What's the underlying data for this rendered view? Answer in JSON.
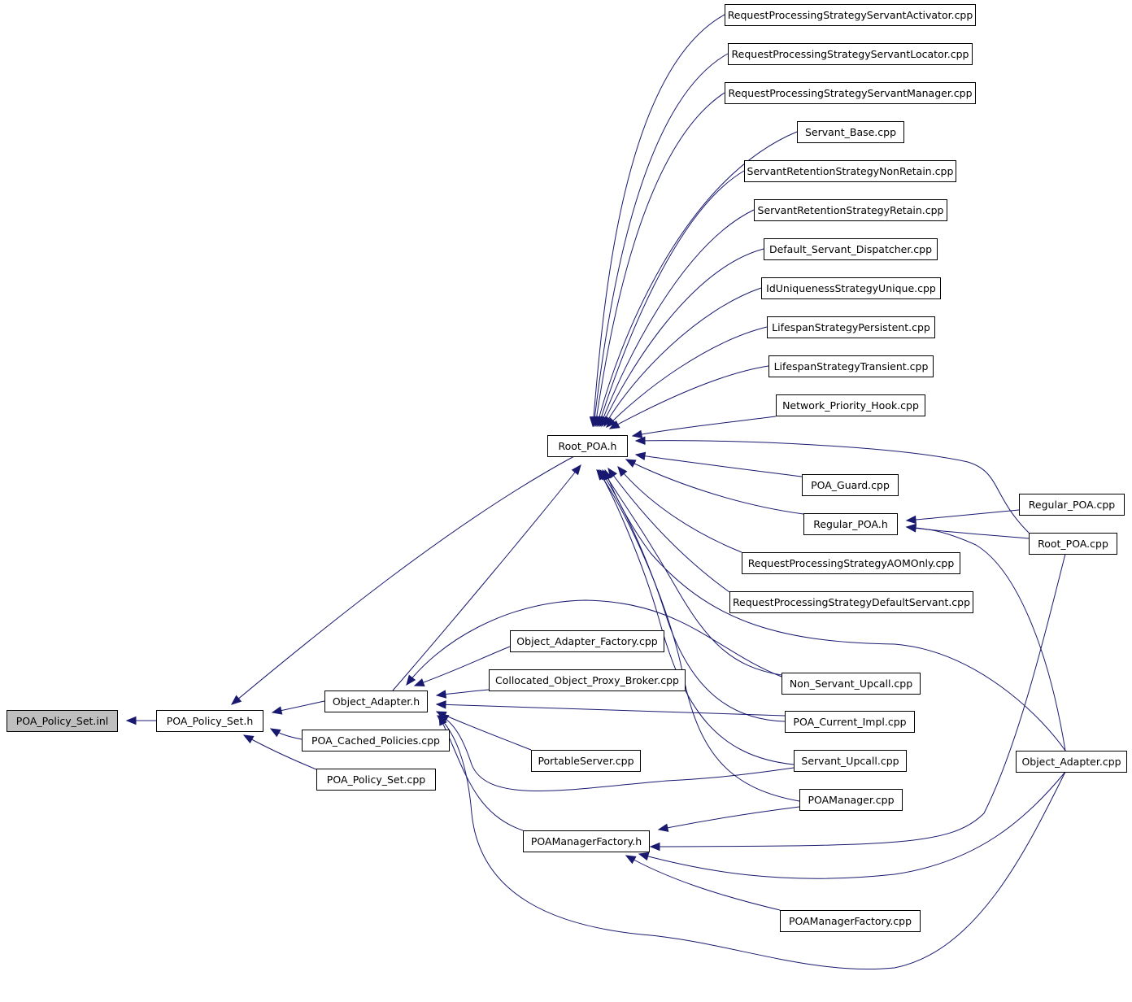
{
  "diagram": {
    "root": "POA_Policy_Set.inl",
    "nodes": [
      {
        "id": "inl",
        "label": "POA_Policy_Set.inl",
        "root": true
      },
      {
        "id": "pps_h",
        "label": "POA_Policy_Set.h"
      },
      {
        "id": "root_h",
        "label": "Root_POA.h"
      },
      {
        "id": "oa_h",
        "label": "Object_Adapter.h"
      },
      {
        "id": "cached",
        "label": "POA_Cached_Policies.cpp"
      },
      {
        "id": "pps_cpp",
        "label": "POA_Policy_Set.cpp"
      },
      {
        "id": "rpsa",
        "label": "RequestProcessingStrategyServantActivator.cpp"
      },
      {
        "id": "rpsl",
        "label": "RequestProcessingStrategyServantLocator.cpp"
      },
      {
        "id": "rpsm",
        "label": "RequestProcessingStrategyServantManager.cpp"
      },
      {
        "id": "sbase",
        "label": "Servant_Base.cpp"
      },
      {
        "id": "srsnr",
        "label": "ServantRetentionStrategyNonRetain.cpp"
      },
      {
        "id": "srsr",
        "label": "ServantRetentionStrategyRetain.cpp"
      },
      {
        "id": "dsd",
        "label": "Default_Servant_Dispatcher.cpp"
      },
      {
        "id": "idu",
        "label": "IdUniquenessStrategyUnique.cpp"
      },
      {
        "id": "lsp",
        "label": "LifespanStrategyPersistent.cpp"
      },
      {
        "id": "lst",
        "label": "LifespanStrategyTransient.cpp"
      },
      {
        "id": "nph",
        "label": "Network_Priority_Hook.cpp"
      },
      {
        "id": "guard",
        "label": "POA_Guard.cpp"
      },
      {
        "id": "reg_h",
        "label": "Regular_POA.h"
      },
      {
        "id": "reg_cpp",
        "label": "Regular_POA.cpp"
      },
      {
        "id": "root_cpp",
        "label": "Root_POA.cpp"
      },
      {
        "id": "aom",
        "label": "RequestProcessingStrategyAOMOnly.cpp"
      },
      {
        "id": "rpsds",
        "label": "RequestProcessingStrategyDefaultServant.cpp"
      },
      {
        "id": "oaf",
        "label": "Object_Adapter_Factory.cpp"
      },
      {
        "id": "copb",
        "label": "Collocated_Object_Proxy_Broker.cpp"
      },
      {
        "id": "nsu",
        "label": "Non_Servant_Upcall.cpp"
      },
      {
        "id": "pci",
        "label": "POA_Current_Impl.cpp"
      },
      {
        "id": "ps",
        "label": "PortableServer.cpp"
      },
      {
        "id": "su",
        "label": "Servant_Upcall.cpp"
      },
      {
        "id": "oa_cpp",
        "label": "Object_Adapter.cpp"
      },
      {
        "id": "pm",
        "label": "POAManager.cpp"
      },
      {
        "id": "pmf_h",
        "label": "POAManagerFactory.h"
      },
      {
        "id": "pmf_cpp",
        "label": "POAManagerFactory.cpp"
      }
    ],
    "edges": [
      [
        "pps_h",
        "inl"
      ],
      [
        "root_h",
        "pps_h"
      ],
      [
        "oa_h",
        "pps_h"
      ],
      [
        "cached",
        "pps_h"
      ],
      [
        "pps_cpp",
        "pps_h"
      ],
      [
        "rpsa",
        "root_h"
      ],
      [
        "rpsl",
        "root_h"
      ],
      [
        "rpsm",
        "root_h"
      ],
      [
        "sbase",
        "root_h"
      ],
      [
        "srsnr",
        "root_h"
      ],
      [
        "srsr",
        "root_h"
      ],
      [
        "dsd",
        "root_h"
      ],
      [
        "idu",
        "root_h"
      ],
      [
        "lsp",
        "root_h"
      ],
      [
        "lst",
        "root_h"
      ],
      [
        "nph",
        "root_h"
      ],
      [
        "root_cpp",
        "root_h"
      ],
      [
        "guard",
        "root_h"
      ],
      [
        "reg_h",
        "root_h"
      ],
      [
        "aom",
        "root_h"
      ],
      [
        "rpsds",
        "root_h"
      ],
      [
        "oa_cpp",
        "root_h"
      ],
      [
        "nsu",
        "root_h"
      ],
      [
        "pci",
        "root_h"
      ],
      [
        "su",
        "root_h"
      ],
      [
        "pm",
        "root_h"
      ],
      [
        "oa_h",
        "root_h"
      ],
      [
        "reg_cpp",
        "reg_h"
      ],
      [
        "root_cpp",
        "reg_h"
      ],
      [
        "oa_cpp",
        "reg_h"
      ],
      [
        "nsu",
        "oa_h"
      ],
      [
        "oaf",
        "oa_h"
      ],
      [
        "copb",
        "oa_h"
      ],
      [
        "pci",
        "oa_h"
      ],
      [
        "ps",
        "oa_h"
      ],
      [
        "su",
        "oa_h"
      ],
      [
        "pmf_h",
        "oa_h"
      ],
      [
        "oa_cpp",
        "oa_h"
      ],
      [
        "pm",
        "pmf_h"
      ],
      [
        "root_cpp",
        "pmf_h"
      ],
      [
        "oa_cpp",
        "pmf_h"
      ],
      [
        "pmf_cpp",
        "pmf_h"
      ]
    ]
  }
}
